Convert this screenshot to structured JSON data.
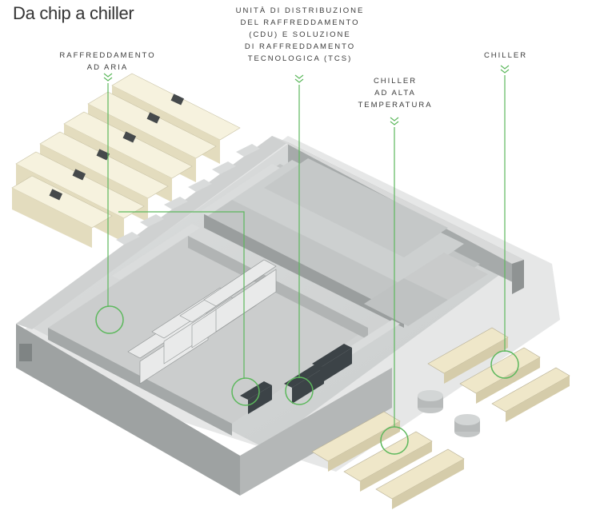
{
  "title": "Da chip a chiller",
  "callouts": {
    "air_cooling": [
      "RAFFREDDAMENTO",
      "AD ARIA"
    ],
    "cdu_tcs": [
      "UNITÀ DI DISTRIBUZIONE",
      "DEL RAFFREDDAMENTO",
      "(CDU) E SOLUZIONE",
      "DI RAFFREDDAMENTO",
      "TECNOLOGICA (TCS)"
    ],
    "high_temp_chiller": [
      "CHILLER",
      "AD ALTA",
      "TEMPERATURA"
    ],
    "chiller": [
      "CHILLER"
    ]
  },
  "colors": {
    "accent_green": "#5cb85c",
    "title_text": "#333333",
    "label_text": "#3a3a3a",
    "wall_light": "#b9bcbc",
    "wall_dark": "#8e9292",
    "floor": "#d4d6d6",
    "generator_unit": "#efe9cf"
  },
  "icons": {
    "callout_marker": "double-chevron-down-icon"
  }
}
